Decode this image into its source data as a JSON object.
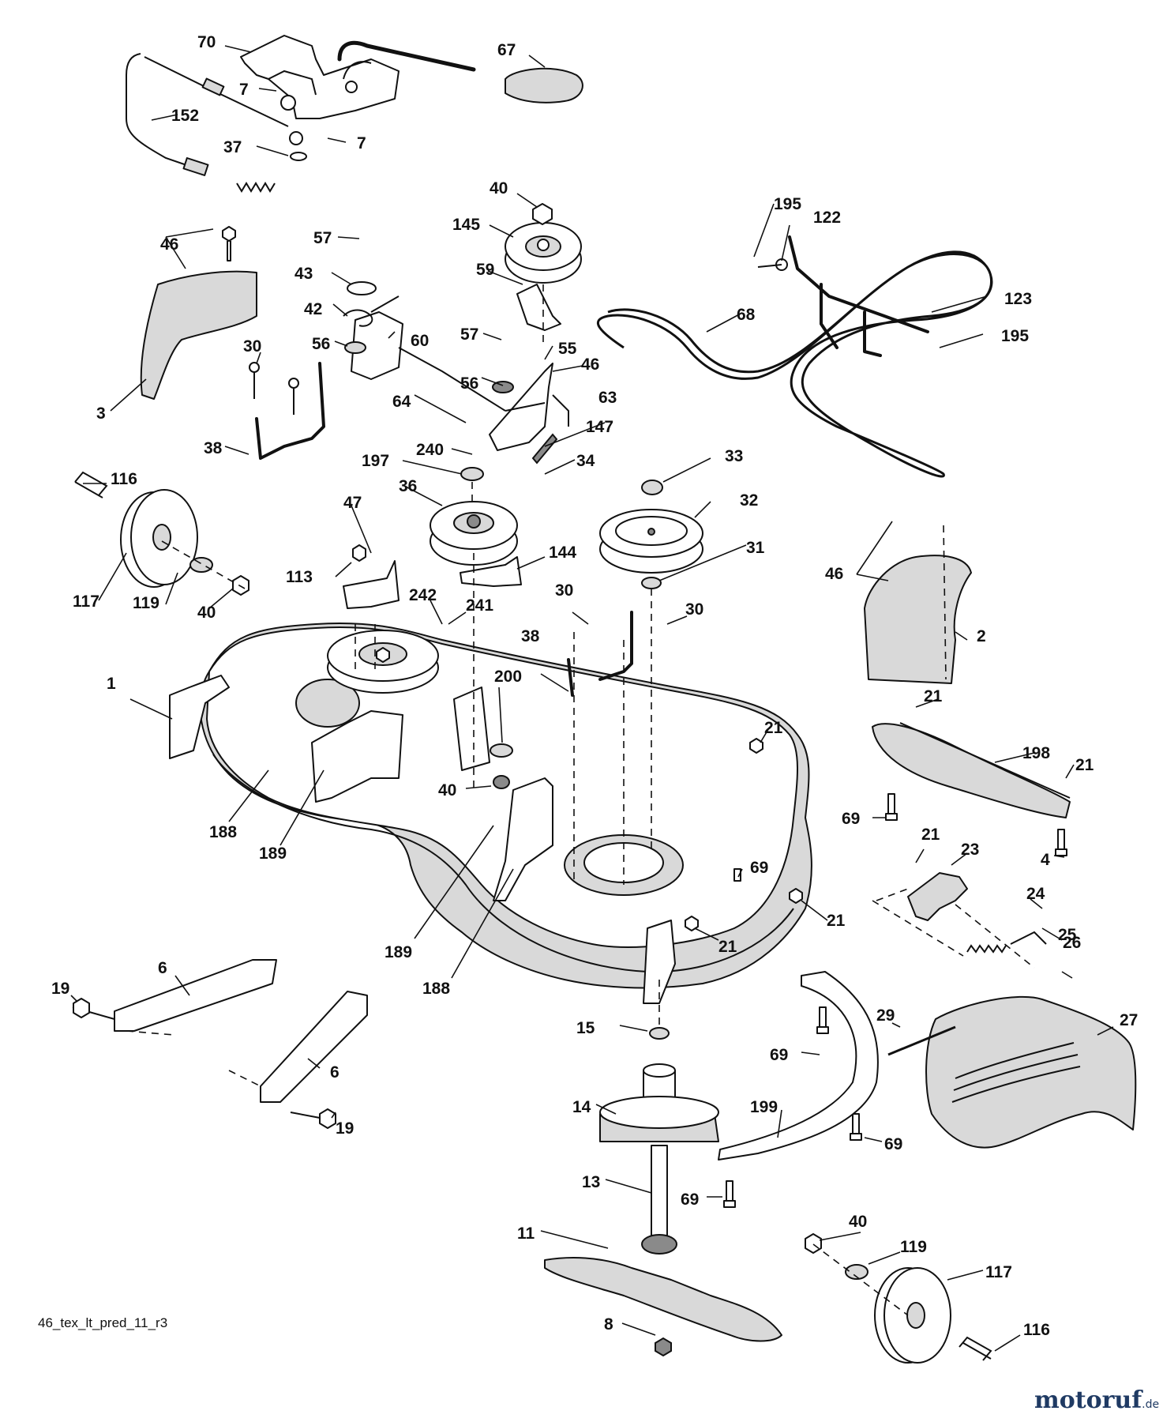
{
  "diagram": {
    "code": "46_tex_lt_pred_11_r3",
    "watermark": {
      "main": "motoruf",
      "suffix": ".de"
    },
    "callouts": [
      {
        "id": "c70",
        "label": "70"
      },
      {
        "id": "c67",
        "label": "67"
      },
      {
        "id": "c7a",
        "label": "7"
      },
      {
        "id": "c7b",
        "label": "7"
      },
      {
        "id": "c152",
        "label": "152"
      },
      {
        "id": "c37",
        "label": "37"
      },
      {
        "id": "c40a",
        "label": "40"
      },
      {
        "id": "c145",
        "label": "145"
      },
      {
        "id": "c195a",
        "label": "195"
      },
      {
        "id": "c122",
        "label": "122"
      },
      {
        "id": "c46a",
        "label": "46"
      },
      {
        "id": "c57a",
        "label": "57"
      },
      {
        "id": "c59",
        "label": "59"
      },
      {
        "id": "c43",
        "label": "43"
      },
      {
        "id": "c42",
        "label": "42"
      },
      {
        "id": "c60",
        "label": "60"
      },
      {
        "id": "c56a",
        "label": "56"
      },
      {
        "id": "c57b",
        "label": "57"
      },
      {
        "id": "c55",
        "label": "55"
      },
      {
        "id": "c68",
        "label": "68"
      },
      {
        "id": "c123",
        "label": "123"
      },
      {
        "id": "c195b",
        "label": "195"
      },
      {
        "id": "c30a",
        "label": "30"
      },
      {
        "id": "c64",
        "label": "64"
      },
      {
        "id": "c56b",
        "label": "56"
      },
      {
        "id": "c46b",
        "label": "46"
      },
      {
        "id": "c63",
        "label": "63"
      },
      {
        "id": "c3",
        "label": "3"
      },
      {
        "id": "c147",
        "label": "147"
      },
      {
        "id": "c38a",
        "label": "38"
      },
      {
        "id": "c240",
        "label": "240"
      },
      {
        "id": "c34",
        "label": "34"
      },
      {
        "id": "c197",
        "label": "197"
      },
      {
        "id": "c33",
        "label": "33"
      },
      {
        "id": "c116a",
        "label": "116"
      },
      {
        "id": "c36",
        "label": "36"
      },
      {
        "id": "c32",
        "label": "32"
      },
      {
        "id": "c47",
        "label": "47"
      },
      {
        "id": "c31",
        "label": "31"
      },
      {
        "id": "c144",
        "label": "144"
      },
      {
        "id": "c46c",
        "label": "46"
      },
      {
        "id": "c113",
        "label": "113"
      },
      {
        "id": "c117a",
        "label": "117"
      },
      {
        "id": "c119a",
        "label": "119"
      },
      {
        "id": "c40b",
        "label": "40"
      },
      {
        "id": "c242",
        "label": "242"
      },
      {
        "id": "c241",
        "label": "241"
      },
      {
        "id": "c30b",
        "label": "30"
      },
      {
        "id": "c30c",
        "label": "30"
      },
      {
        "id": "c2",
        "label": "2"
      },
      {
        "id": "c38b",
        "label": "38"
      },
      {
        "id": "c200",
        "label": "200"
      },
      {
        "id": "c1",
        "label": "1"
      },
      {
        "id": "c21a",
        "label": "21"
      },
      {
        "id": "c21b",
        "label": "21"
      },
      {
        "id": "c198",
        "label": "198"
      },
      {
        "id": "c21c",
        "label": "21"
      },
      {
        "id": "c40c",
        "label": "40"
      },
      {
        "id": "c69a",
        "label": "69"
      },
      {
        "id": "c188a",
        "label": "188"
      },
      {
        "id": "c189a",
        "label": "189"
      },
      {
        "id": "c21d",
        "label": "21"
      },
      {
        "id": "c23",
        "label": "23"
      },
      {
        "id": "c4",
        "label": "4"
      },
      {
        "id": "c69b",
        "label": "69"
      },
      {
        "id": "c24",
        "label": "24"
      },
      {
        "id": "c21e",
        "label": "21"
      },
      {
        "id": "c25",
        "label": "25"
      },
      {
        "id": "c189b",
        "label": "189"
      },
      {
        "id": "c21f",
        "label": "21"
      },
      {
        "id": "c26",
        "label": "26"
      },
      {
        "id": "c6a",
        "label": "6"
      },
      {
        "id": "c188b",
        "label": "188"
      },
      {
        "id": "c19a",
        "label": "19"
      },
      {
        "id": "c29",
        "label": "29"
      },
      {
        "id": "c27",
        "label": "27"
      },
      {
        "id": "c15",
        "label": "15"
      },
      {
        "id": "c69c",
        "label": "69"
      },
      {
        "id": "c6b",
        "label": "6"
      },
      {
        "id": "c14",
        "label": "14"
      },
      {
        "id": "c199",
        "label": "199"
      },
      {
        "id": "c19b",
        "label": "19"
      },
      {
        "id": "c69d",
        "label": "69"
      },
      {
        "id": "c13",
        "label": "13"
      },
      {
        "id": "c69e",
        "label": "69"
      },
      {
        "id": "c40d",
        "label": "40"
      },
      {
        "id": "c11",
        "label": "11"
      },
      {
        "id": "c119b",
        "label": "119"
      },
      {
        "id": "c117b",
        "label": "117"
      },
      {
        "id": "c116b",
        "label": "116"
      },
      {
        "id": "c8",
        "label": "8"
      }
    ]
  }
}
